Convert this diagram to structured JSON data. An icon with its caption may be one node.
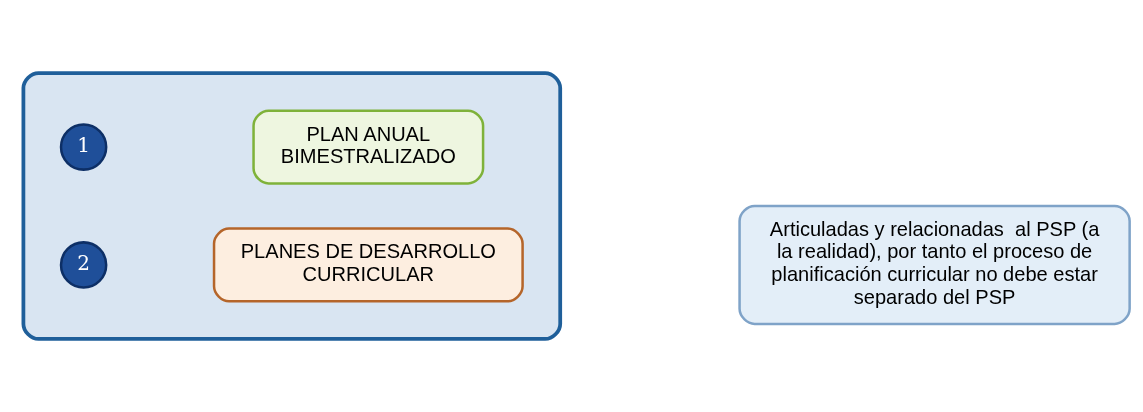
{
  "diagram": {
    "nodes": [
      {
        "text": [],
        "shape": "ellipse"
      },
      {
        "text": [
          "1"
        ],
        "in": 0
      },
      {
        "text": [
          "PLAN ANUAL BIMESTRALIZADO"
        ],
        "in": 0
      },
      {
        "text": [
          "2"
        ],
        "in": 0
      },
      {
        "text": [
          "PLANES DE DESARROLLO CURRICULAR"
        ],
        "in": 0
      },
      {
        "text": [
          "Articuladas y relacionadas  al PSP (a la realidad), por tanto el proceso de planificación curricular no debe estar separado del PSP"
        ]
      }
    ]
  }
}
